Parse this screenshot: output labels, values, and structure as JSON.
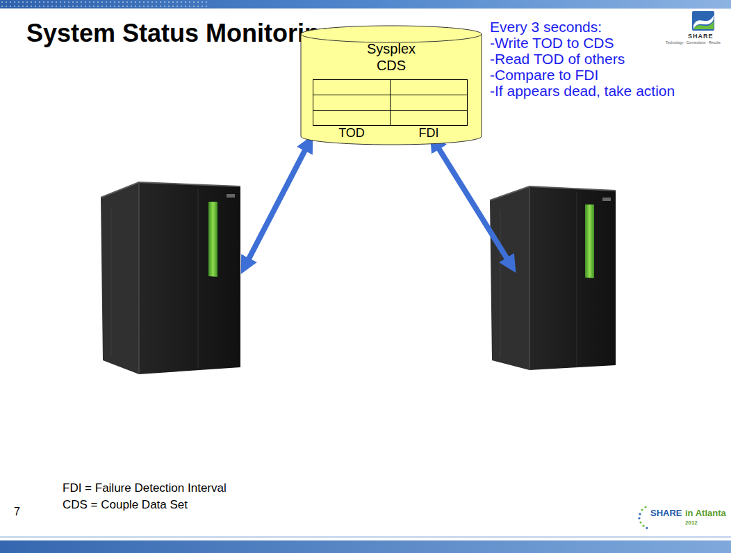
{
  "diagram": {
    "title": "System Status Monitoring",
    "nodes": [
      {
        "text": [
          "Sysplex CDS"
        ]
      },
      {
        "text": [
          "TOD"
        ],
        "in": 0
      },
      {
        "text": [
          "FDI"
        ],
        "in": 0
      },
      {
        "text": [
          "…"
        ],
        "in": 0
      },
      {
        "text": [
          "…"
        ],
        "in": 0
      },
      {
        "text": [
          "TOD"
        ],
        "in": 0
      },
      {
        "text": [
          "FDI"
        ],
        "in": 0
      }
    ],
    "labels": [
      "Every 3 seconds:",
      "-Write TOD to CDS",
      "-Read TOD of others",
      "-Compare to FDI",
      "-If appears dead, take action",
      "FDI = Failure Detection Interval",
      "CDS = Couple Data Set",
      "7",
      "SHARE",
      "Technology · Connections · Results",
      "SHARE",
      "in Atlanta",
      "2012"
    ]
  }
}
